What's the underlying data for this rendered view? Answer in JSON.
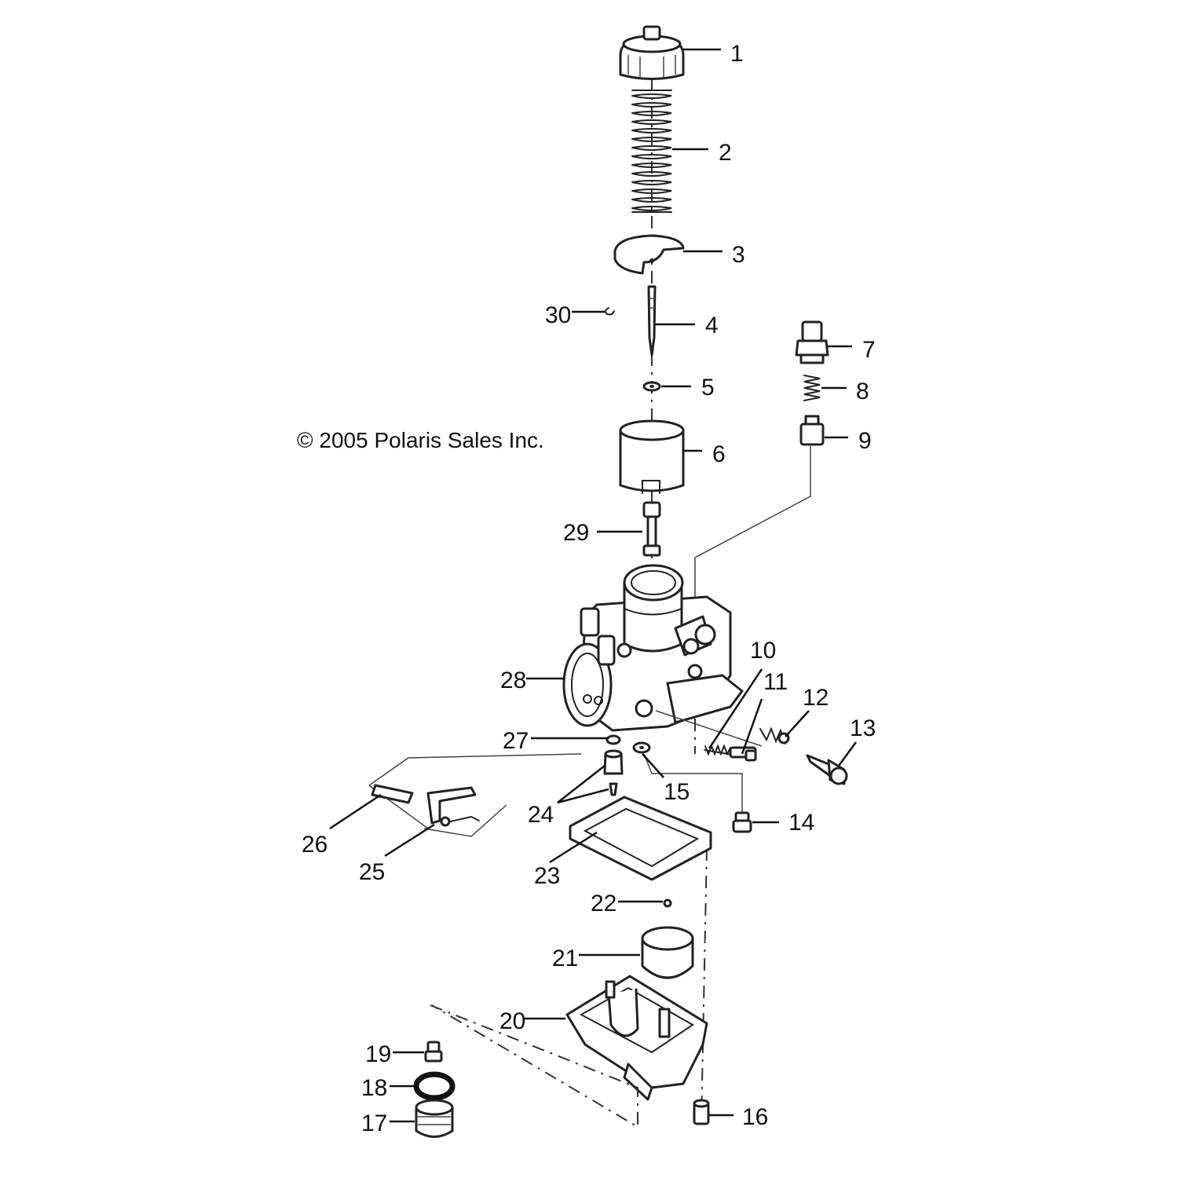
{
  "copyright": "© 2005 Polaris Sales Inc.",
  "callouts": [
    "1",
    "2",
    "3",
    "4",
    "5",
    "6",
    "7",
    "8",
    "9",
    "10",
    "11",
    "12",
    "13",
    "14",
    "15",
    "16",
    "17",
    "18",
    "19",
    "20",
    "21",
    "22",
    "23",
    "24",
    "25",
    "26",
    "27",
    "28",
    "29",
    "30"
  ]
}
